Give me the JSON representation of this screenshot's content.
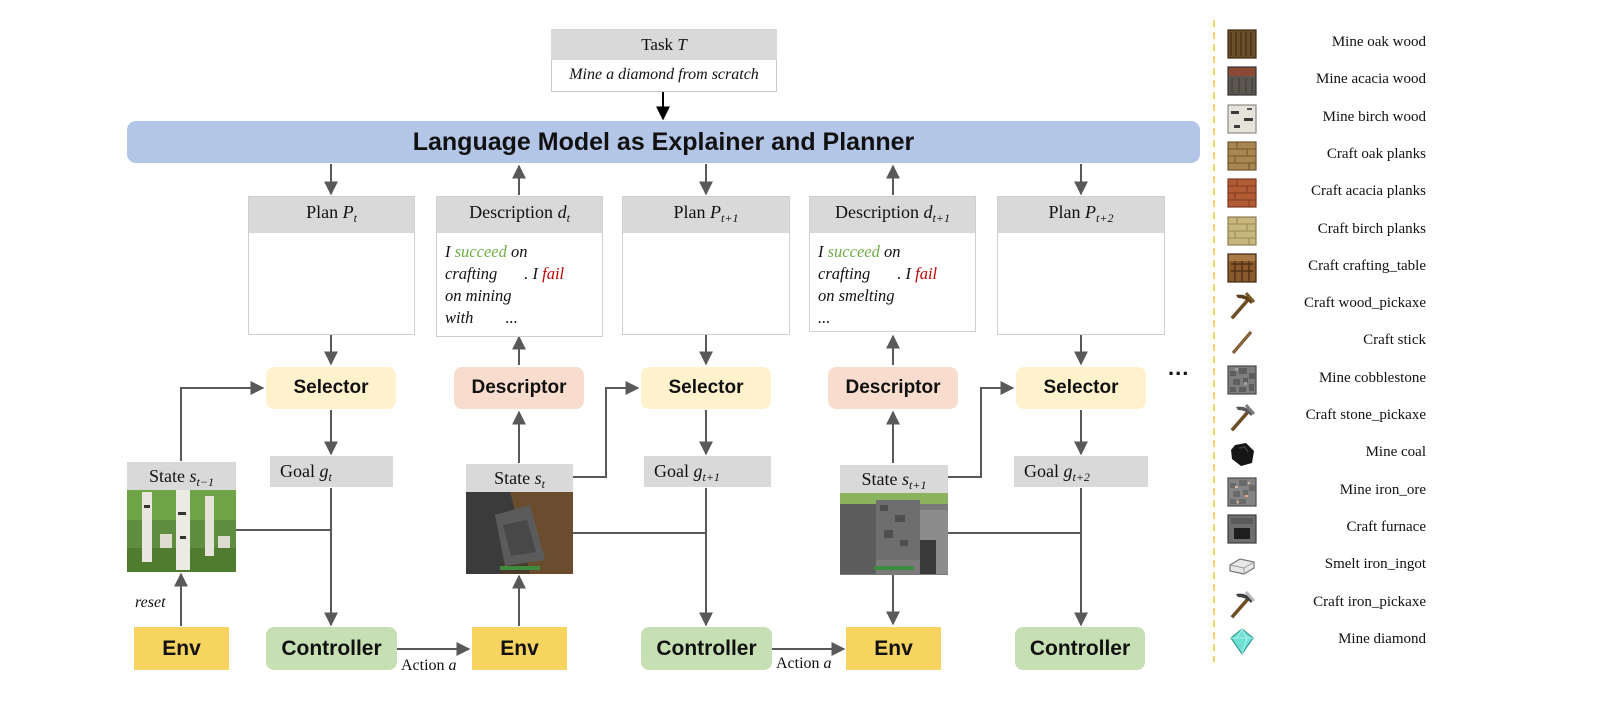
{
  "task": {
    "title": "Task",
    "var": "T",
    "text": "Mine a diamond from scratch"
  },
  "lm_title": "Language Model as Explainer and Planner",
  "cards": {
    "plan_t": {
      "title": "Plan",
      "var": "P",
      "sub": "t"
    },
    "desc_t": {
      "title": "Description",
      "var": "d",
      "sub": "t",
      "lines": [
        "I",
        "succeed",
        "on",
        "crafting",
        ". I",
        "fail",
        "on mining",
        "with",
        "..."
      ]
    },
    "plan_t1": {
      "title": "Plan",
      "var": "P",
      "sub": "t+1"
    },
    "desc_t1": {
      "title": "Description",
      "var": "d",
      "sub": "t+1",
      "lines": [
        "I",
        "succeed",
        "on",
        "crafting",
        ". I",
        "fail",
        "on smelting",
        "..."
      ]
    },
    "plan_t2": {
      "title": "Plan",
      "var": "P",
      "sub": "t+2"
    }
  },
  "modules": {
    "selector": "Selector",
    "descriptor": "Descriptor",
    "controller": "Controller",
    "env": "Env"
  },
  "goals": [
    {
      "label": "Goal",
      "var": "g",
      "sub": "t"
    },
    {
      "label": "Goal",
      "var": "g",
      "sub": "t+1"
    },
    {
      "label": "Goal",
      "var": "g",
      "sub": "t+2"
    }
  ],
  "states": [
    {
      "label": "State",
      "var": "s",
      "sub": "t−1"
    },
    {
      "label": "State",
      "var": "s",
      "sub": "t"
    },
    {
      "label": "State",
      "var": "s",
      "sub": "t+1"
    }
  ],
  "edge_labels": {
    "reset": "reset",
    "action": "Action",
    "action_var": "a"
  },
  "ellipsis": "...",
  "plan_ellipsis": "•••",
  "legend": [
    {
      "icon": "oak-log-icon",
      "label": "Mine oak wood"
    },
    {
      "icon": "acacia-log-icon",
      "label": "Mine acacia wood"
    },
    {
      "icon": "birch-log-icon",
      "label": "Mine birch wood"
    },
    {
      "icon": "oak-planks-icon",
      "label": "Craft oak planks"
    },
    {
      "icon": "acacia-planks-icon",
      "label": "Craft acacia planks"
    },
    {
      "icon": "birch-planks-icon",
      "label": "Craft birch planks"
    },
    {
      "icon": "crafting-table-icon",
      "label": "Craft crafting_table"
    },
    {
      "icon": "wood-pickaxe-icon",
      "label": "Craft wood_pickaxe"
    },
    {
      "icon": "stick-icon",
      "label": "Craft stick"
    },
    {
      "icon": "cobblestone-icon",
      "label": "Mine cobblestone"
    },
    {
      "icon": "stone-pickaxe-icon",
      "label": "Craft stone_pickaxe"
    },
    {
      "icon": "coal-icon",
      "label": "Mine coal"
    },
    {
      "icon": "iron-ore-icon",
      "label": "Mine iron_ore"
    },
    {
      "icon": "furnace-icon",
      "label": "Craft furnace"
    },
    {
      "icon": "iron-ingot-icon",
      "label": "Smelt iron_ingot"
    },
    {
      "icon": "iron-pickaxe-icon",
      "label": "Craft iron_pickaxe"
    },
    {
      "icon": "diamond-icon",
      "label": "Mine diamond"
    }
  ],
  "colors": {
    "lm": "#b4c6e7",
    "selector": "#fff2cc",
    "descriptor": "#f8dccd",
    "controller": "#c6e0b4",
    "env": "#f7d35f",
    "success": "#70ad47",
    "fail": "#c00000",
    "legend_divider": "#f2d36b",
    "arrow": "#595959"
  }
}
